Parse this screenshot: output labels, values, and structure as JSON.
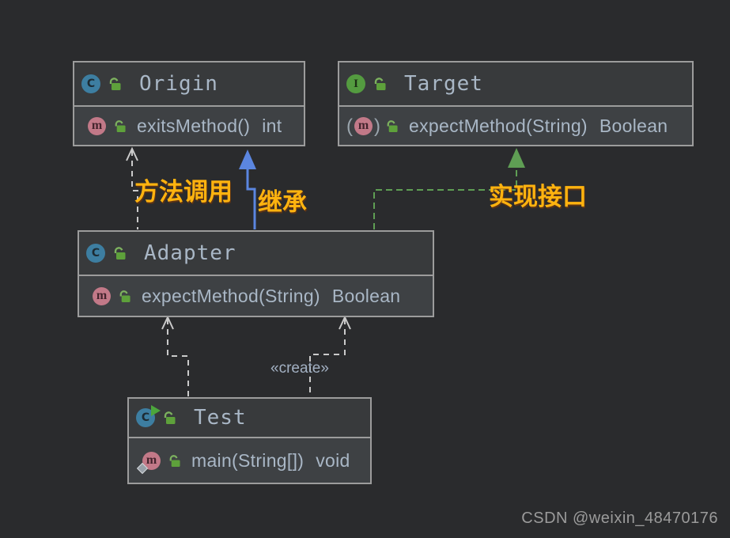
{
  "canvas": {
    "watermark": "CSDN @weixin_48470176",
    "background": "#2a2b2d"
  },
  "glyphs": {
    "class": "C",
    "interface": "I",
    "method": "m",
    "paren_open": "(",
    "paren_close": ")"
  },
  "classes": [
    {
      "name": "Origin",
      "kind": "class",
      "members": [
        {
          "signature": "exitsMethod()",
          "return_type": "int"
        }
      ]
    },
    {
      "name": "Target",
      "kind": "interface",
      "members": [
        {
          "signature": "expectMethod(String)",
          "return_type": "Boolean",
          "abstract": true
        }
      ]
    },
    {
      "name": "Adapter",
      "kind": "class",
      "members": [
        {
          "signature": "expectMethod(String)",
          "return_type": "Boolean"
        }
      ]
    },
    {
      "name": "Test",
      "kind": "runnable-class",
      "members": [
        {
          "signature": "main(String[])",
          "return_type": "void"
        }
      ]
    }
  ],
  "edges": [
    {
      "from": "Adapter",
      "to": "Origin",
      "label": "方法调用",
      "style": "dashed-gray-open-arrow"
    },
    {
      "from": "Adapter",
      "to": "Origin",
      "label": "继承",
      "style": "solid-blue-filled-arrow"
    },
    {
      "from": "Adapter",
      "to": "Target",
      "label": "实现接口",
      "style": "dashed-green-filled-arrow"
    },
    {
      "from": "Test",
      "to": "Adapter",
      "label": "«create»",
      "style": "dashed-gray-open-arrow"
    },
    {
      "from": "Test",
      "to": "Adapter",
      "label": "",
      "style": "dashed-gray-open-arrow"
    }
  ],
  "colors": {
    "annotation_yellow": "#ffb30f",
    "inheritance_blue": "#5b86e0",
    "implement_green": "#5f9e54",
    "dependency_gray": "#cacaca",
    "node_text": "#a9b7c6",
    "class_icon": "#3d7ea1",
    "interface_icon": "#549b40",
    "method_icon": "#c27988",
    "lock_icon": "#5ea13b"
  }
}
